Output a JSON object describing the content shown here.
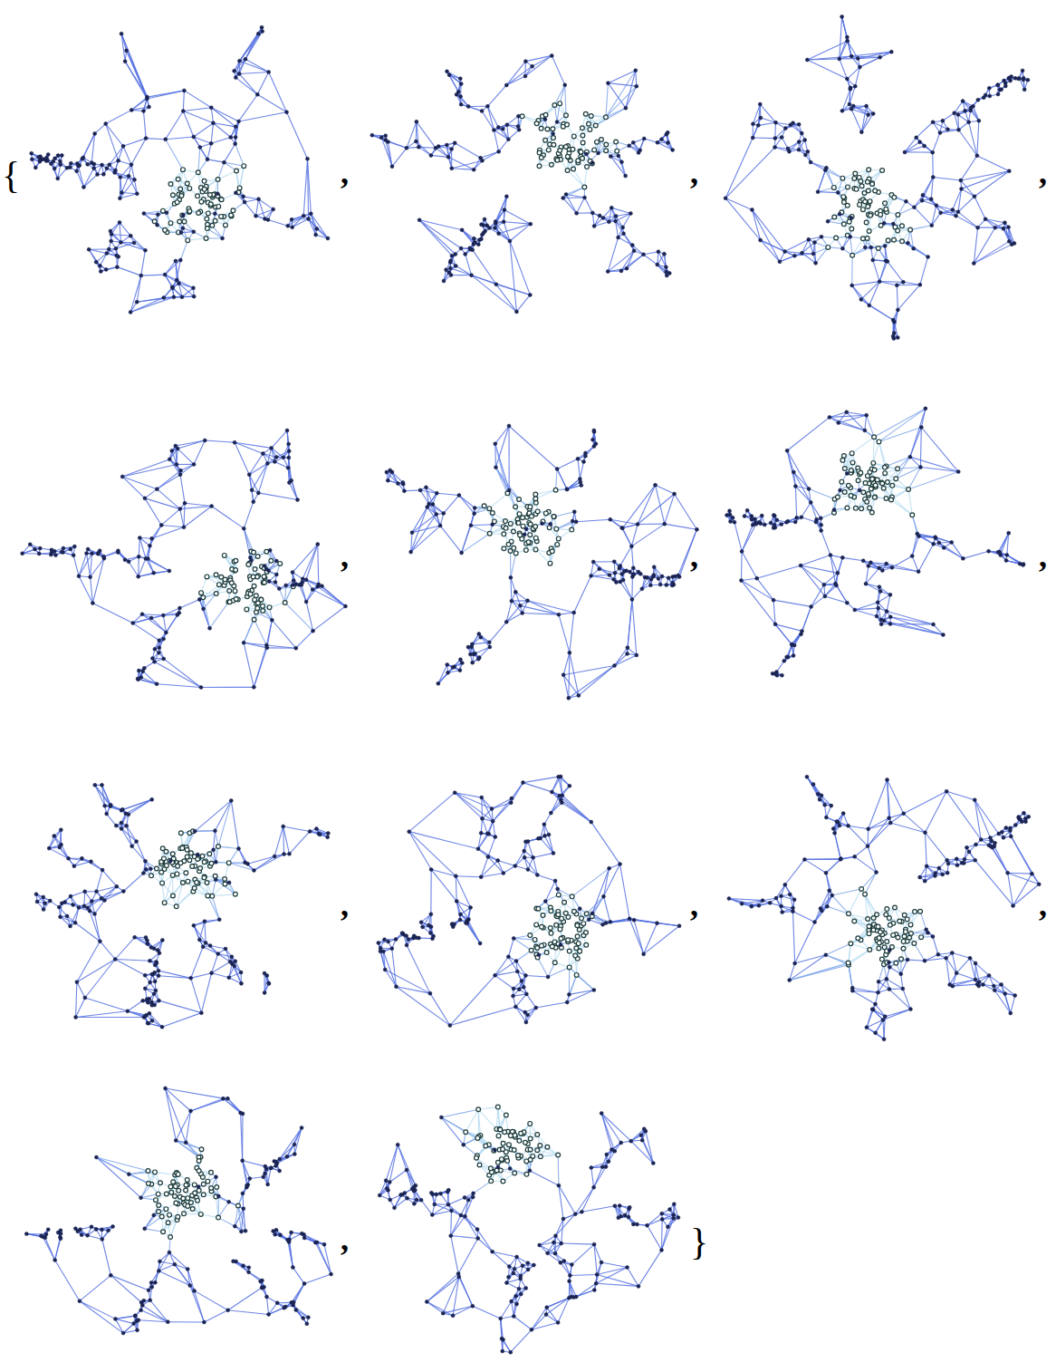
{
  "diagram": {
    "labels": [
      "{",
      ",",
      ",",
      ",",
      ",",
      ",",
      ",",
      ",",
      ",",
      ",",
      ",",
      "}"
    ]
  }
}
